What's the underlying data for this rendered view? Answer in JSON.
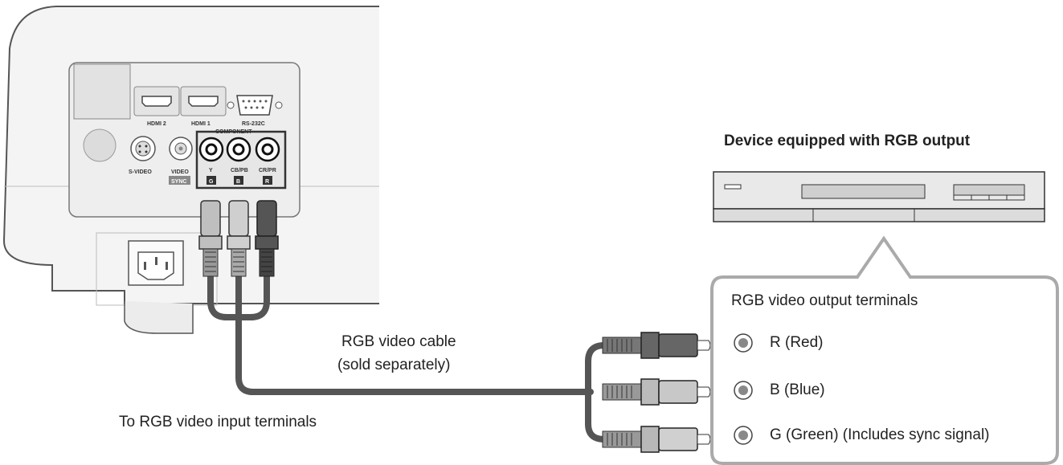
{
  "device": {
    "title": "Device equipped with RGB output"
  },
  "callout": {
    "heading": "RGB video output terminals",
    "terminals": [
      {
        "label": "R (Red)"
      },
      {
        "label": "B (Blue)"
      },
      {
        "label": "G (Green) (Includes sync signal)"
      }
    ]
  },
  "cable": {
    "line1": "RGB video cable",
    "line2": "(sold separately)"
  },
  "input_label": "To RGB video input terminals",
  "projector_panel": {
    "hdmi2": "HDMI 2",
    "hdmi1": "HDMI 1",
    "rs232c": "RS-232C",
    "svideo": "S-VIDEO",
    "video": "VIDEO",
    "sync": "SYNC",
    "component": "COMPONENT",
    "y": "Y",
    "cbpb": "CB/PB",
    "crpr": "CR/PR",
    "g": "G",
    "b": "B",
    "r": "R"
  }
}
